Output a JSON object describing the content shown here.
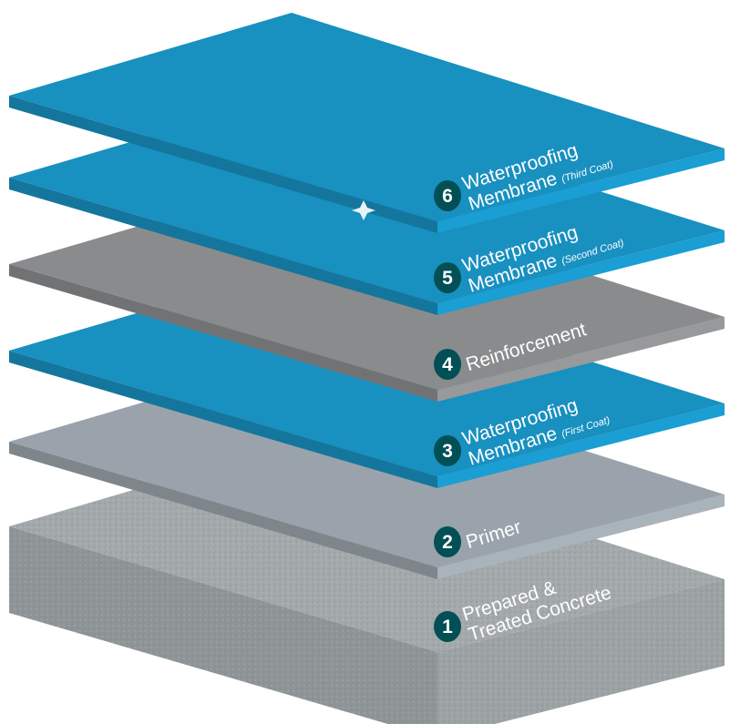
{
  "layers": [
    {
      "number": "1",
      "line1": "Prepared &",
      "line2": "Treated Concrete",
      "note": "",
      "color": "#a4a9ab"
    },
    {
      "number": "2",
      "line1": "Primer",
      "line2": "",
      "note": "",
      "color": "#9aa3ab"
    },
    {
      "number": "3",
      "line1": "Waterproofing",
      "line2": "Membrane",
      "note": "(First Coat)",
      "color": "#1890c0"
    },
    {
      "number": "4",
      "line1": "Reinforcement",
      "line2": "",
      "note": "",
      "color": "#8a8b8d"
    },
    {
      "number": "5",
      "line1": "Waterproofing",
      "line2": "Membrane",
      "note": "(Second Coat)",
      "color": "#1890c0"
    },
    {
      "number": "6",
      "line1": "Waterproofing",
      "line2": "Membrane",
      "note": "(Third Coat)",
      "color": "#1890c0"
    }
  ],
  "badge_color": "#024f55"
}
